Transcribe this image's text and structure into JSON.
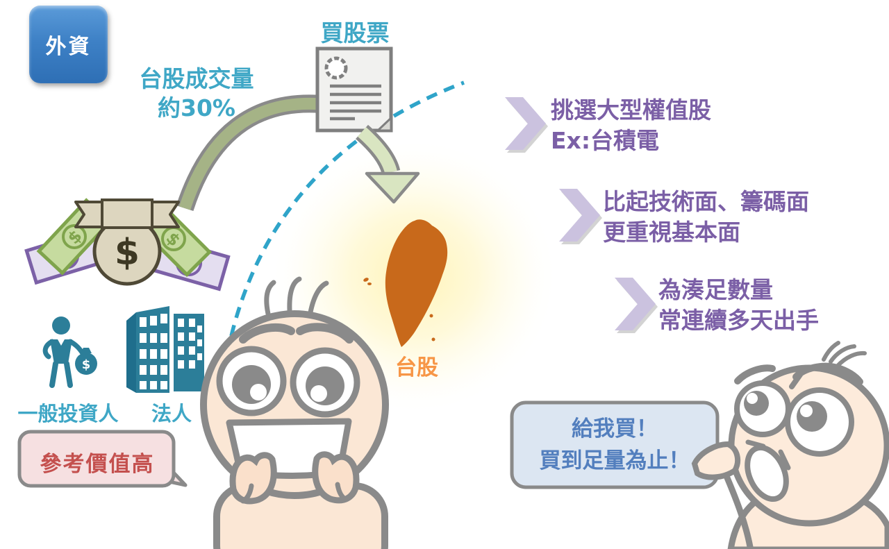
{
  "badge": {
    "label": "外資"
  },
  "flow": {
    "volume_line1": "台股成交量",
    "volume_line2": "約30%",
    "buy_label": "買股票",
    "market_label": "台股"
  },
  "bullets": [
    {
      "line1": "挑選大型權值股",
      "line2": "Ex:台積電"
    },
    {
      "line1": "比起技術面、籌碼面",
      "line2": "更重視基本面"
    },
    {
      "line1": "為湊足數量",
      "line2": "常連續多天出手"
    }
  ],
  "investors": {
    "individual_label": "一般投資人",
    "institutional_label": "法人"
  },
  "speech": {
    "pink": "參考價值高",
    "blue_line1": "給我買！",
    "blue_line2": "買到足量為止！"
  },
  "money": {
    "currency_symbol": "$"
  },
  "colors": {
    "teal_text": "#3FA7C6",
    "teal_icon": "#2C7E99",
    "purple_text": "#7B5FA6",
    "chevron_purple": "#CBC2DF",
    "orange_island": "#C8691B",
    "orange_label": "#F79646",
    "badge_blue": "#3E81C6",
    "pink_bubble": "#F6E0E1",
    "blue_bubble": "#DCE6F2",
    "red_text": "#C4504E",
    "blue_text": "#537FBE",
    "olive_arrow": "#A5B386",
    "green_arrow": "#D9E5C1",
    "outline_gray": "#8A8A8A"
  }
}
